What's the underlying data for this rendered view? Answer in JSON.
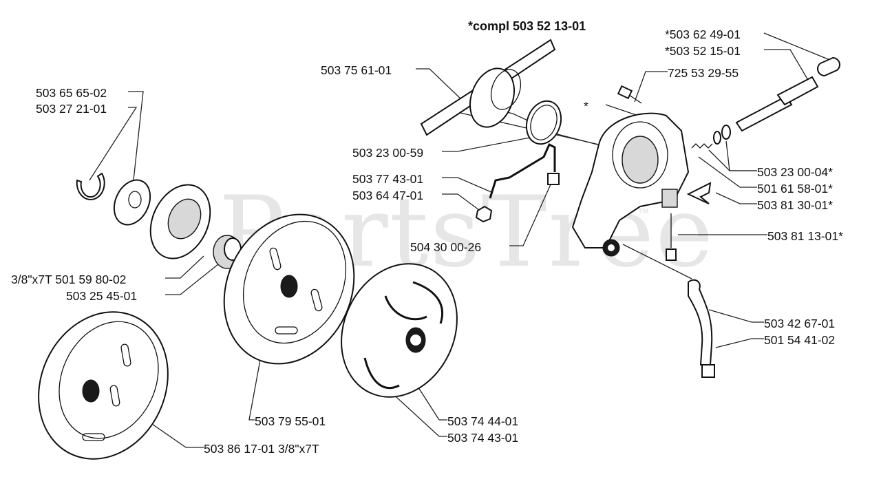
{
  "title": "*compl 503 52 13-01",
  "watermark": {
    "text": "PartsTree",
    "tm": "TM"
  },
  "callouts": {
    "p503625": "*503 62 49-01",
    "p503521": "*503 52 15-01",
    "p725532": "725 53 29-55",
    "star": "*",
    "p503756": "503 75 61-01",
    "p503656": "503 65 65-02",
    "p503272": "503 27 21-01",
    "p503230059": "503 23 00-59",
    "p503774": "503 77 43-01",
    "p503644": "503 64 47-01",
    "p503230004": "503 23 00-04*",
    "p501615": "501 61 58-01*",
    "p503813001": "503 81 30-01*",
    "p503811301": "503 81 13-01*",
    "p504300": "504 30 00-26",
    "p501598": "3/8\"x7T 501 59 80-02",
    "p503254": "503 25 45-01",
    "p503426": "503 42 67-01",
    "p501544": "501 54 41-02",
    "p503795": "503 79 55-01",
    "p503744401": "503 74 44-01",
    "p503744301": "503 74 43-01",
    "p503861": "503 86 17-01 3/8\"x7T"
  }
}
